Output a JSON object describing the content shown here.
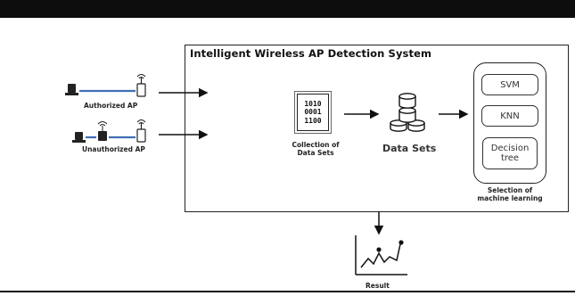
{
  "system_title": "Intelligent Wireless AP Detection System",
  "authorized_label": "Authorized AP",
  "unauthorized_label": "Unauthorized AP",
  "binary_lines": [
    "1010",
    "0001",
    "1100"
  ],
  "collection_label": [
    "Collection of",
    "Data Sets"
  ],
  "datasets_label": "Data Sets",
  "ml_items": [
    "SVM",
    "KNN",
    "Decision tree"
  ],
  "selection_label": [
    "Selection of",
    "machine learning"
  ],
  "result_label": "Result"
}
